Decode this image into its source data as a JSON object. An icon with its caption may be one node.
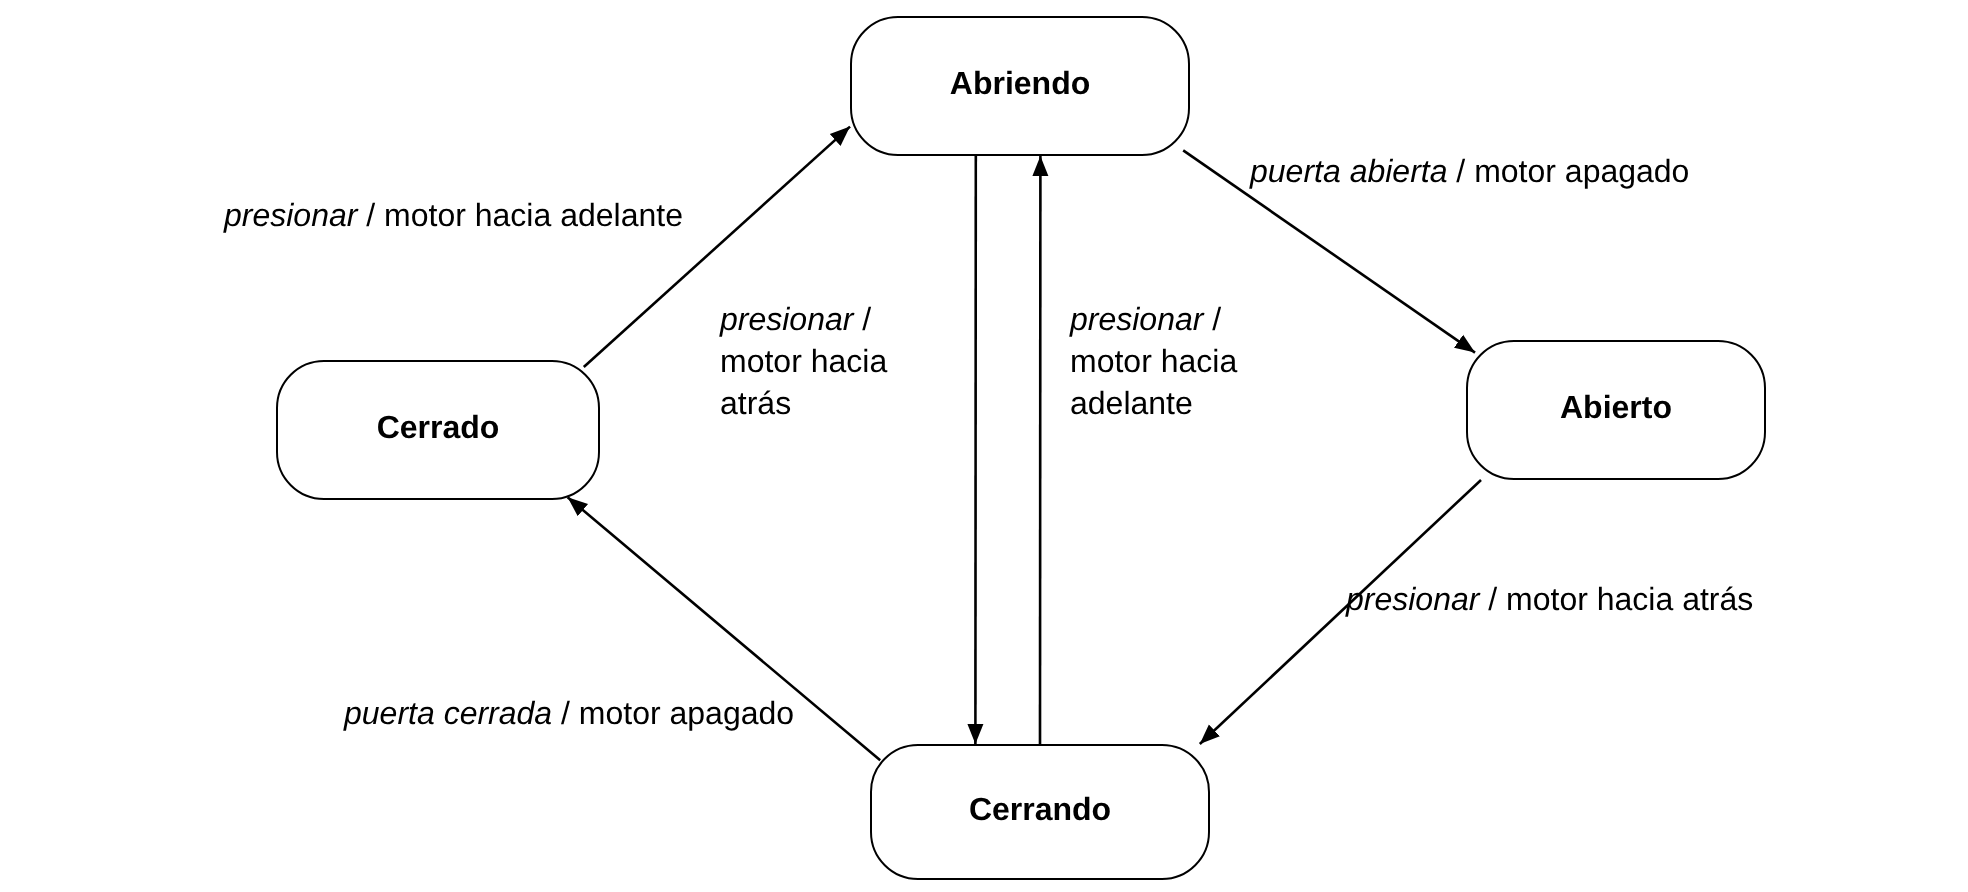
{
  "diagram": {
    "nodes": [
      {
        "text": [
          "Abriendo"
        ]
      },
      {
        "text": [
          "Cerrado"
        ]
      },
      {
        "text": [
          "Abierto"
        ]
      },
      {
        "text": [
          "Cerrando"
        ]
      }
    ],
    "edges": [
      {
        "from": 1,
        "to": 0,
        "arrow": "to",
        "label": "*presionar* / motor hacia adelante"
      },
      {
        "from": 0,
        "to": 2,
        "arrow": "to",
        "label": "*puerta abierta* / motor apagado"
      },
      {
        "from": 0,
        "to": 3,
        "arrow": "to",
        "label": "*presionar* / motor hacia atrás"
      },
      {
        "from": 3,
        "to": 0,
        "arrow": "to",
        "label": "*presionar* / motor hacia adelante"
      },
      {
        "from": 2,
        "to": 3,
        "arrow": "to",
        "label": "*presionar* / motor hacia atrás"
      },
      {
        "from": 3,
        "to": 1,
        "arrow": "to",
        "label": "*puerta cerrada* / motor apagado"
      }
    ]
  }
}
